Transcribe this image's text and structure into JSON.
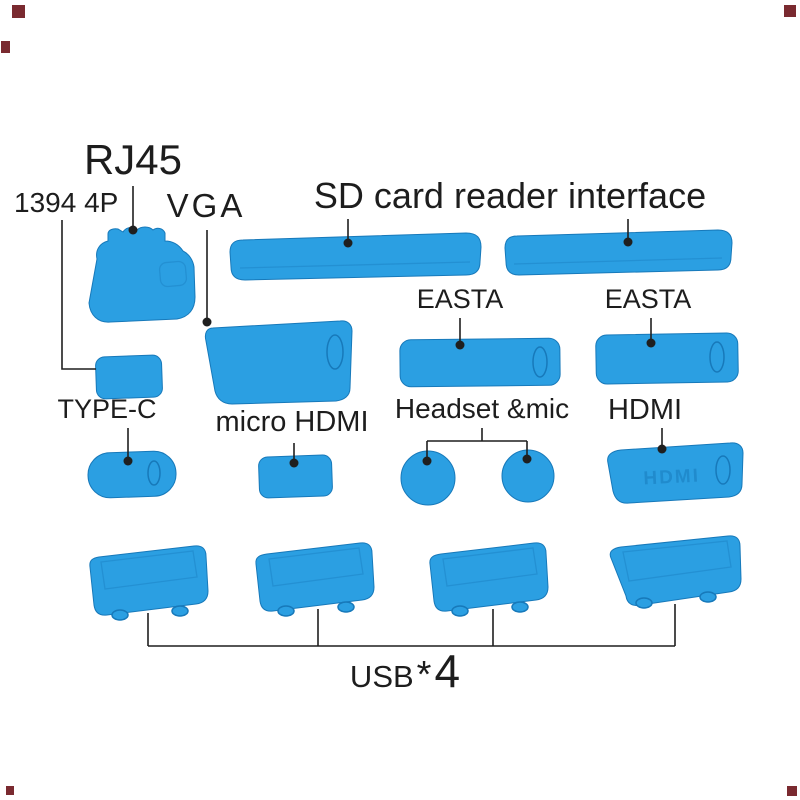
{
  "image": {
    "labels": {
      "rj45": "RJ45",
      "firewire": "1394 4P",
      "vga": "VGA",
      "sd_card": "SD card reader interface",
      "easta_left": "EASTA",
      "easta_right": "EASTA",
      "type_c": "TYPE-C",
      "micro_hdmi": "micro HDMI",
      "headset_mic": "Headset &mic",
      "hdmi": "HDMI",
      "hdmi_embossed": "HDMI",
      "usb": "USB",
      "usb_star": "*",
      "usb_count": "4"
    },
    "colors": {
      "plug_blue": "#2b9fe2",
      "plug_blue_dark": "#1779ba",
      "line_black": "#1f1f1f",
      "text_black": "#1d1d1d",
      "corner_mark_red": "#7a2a30",
      "background": "#ffffff"
    }
  }
}
